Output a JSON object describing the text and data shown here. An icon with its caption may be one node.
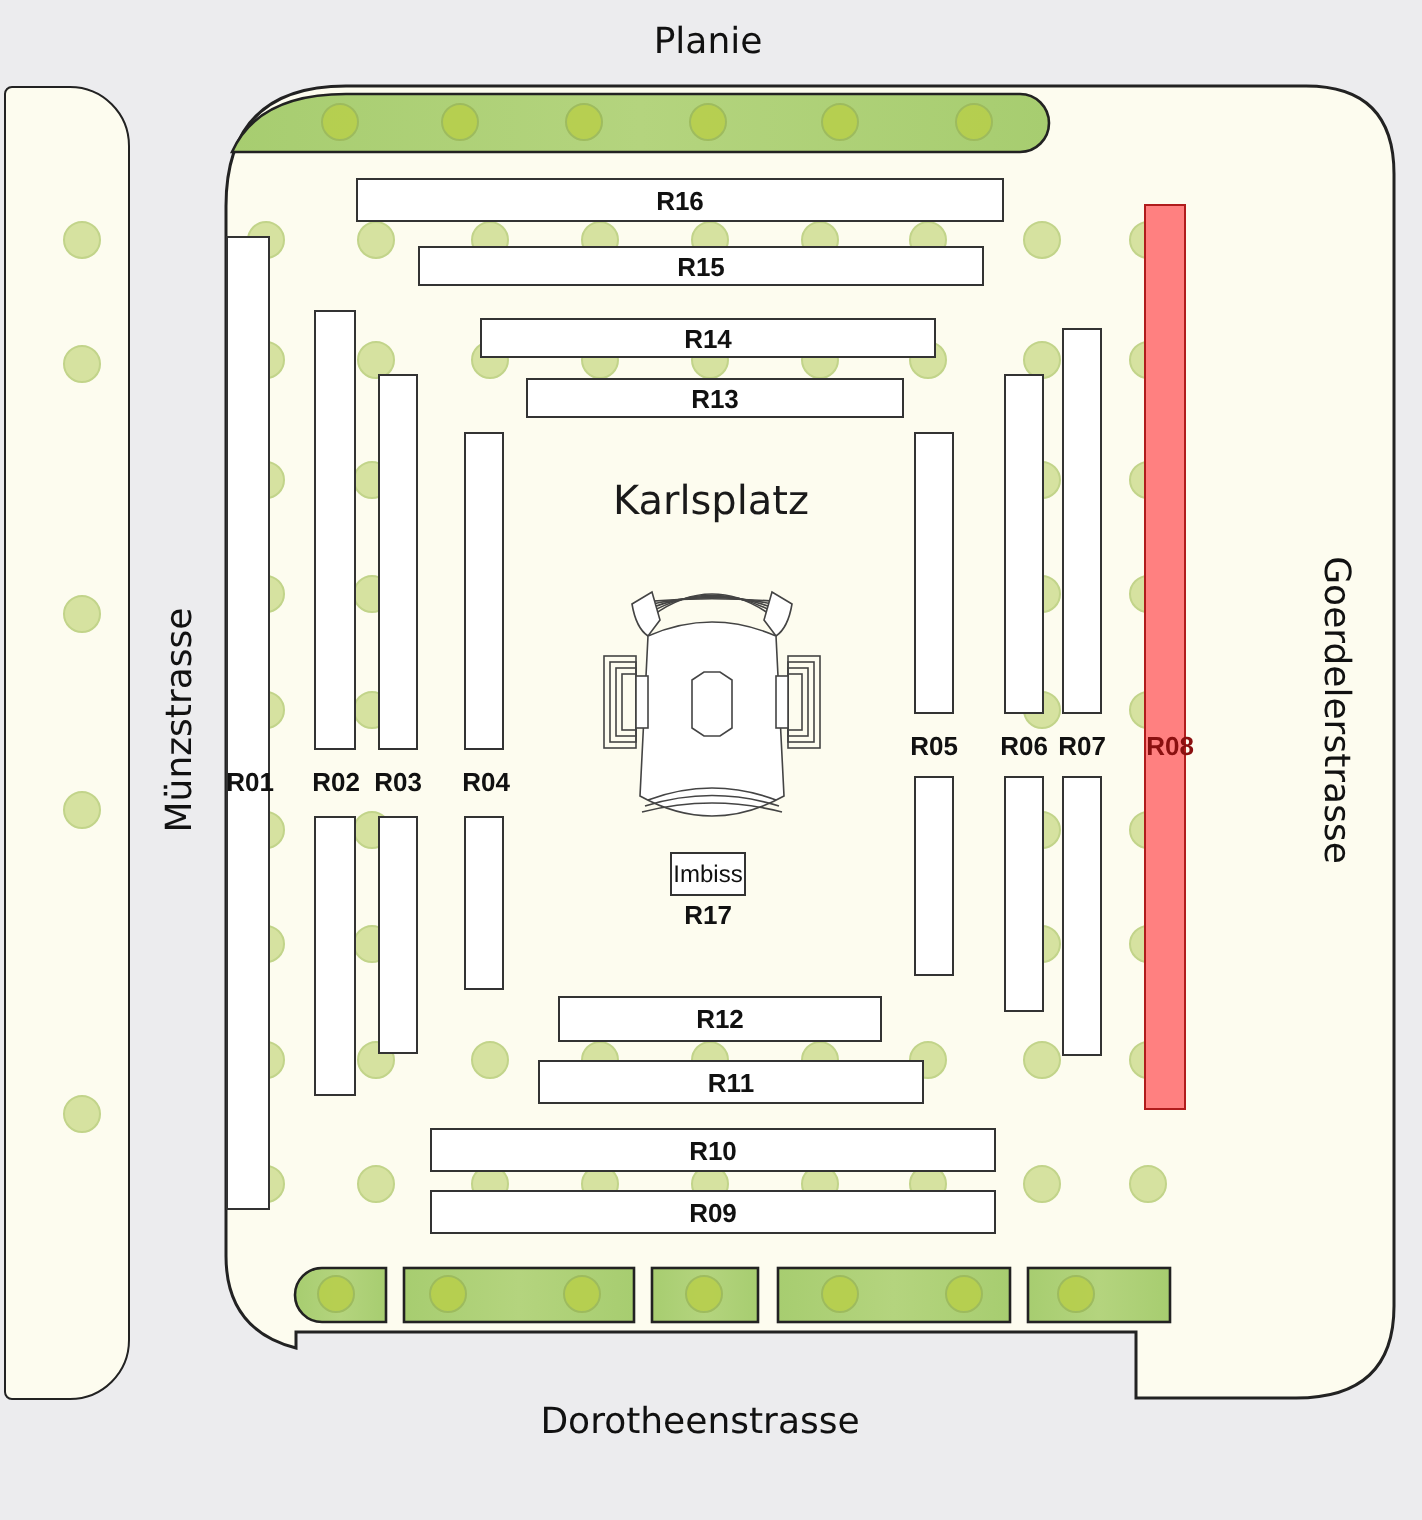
{
  "diagram": {
    "nodes": [
      {
        "text": [
          "Karlsplatz"
        ]
      },
      {
        "text": [
          "R16"
        ],
        "in": 0
      },
      {
        "text": [
          "R15"
        ],
        "in": 0
      },
      {
        "text": [
          "R14"
        ],
        "in": 0
      },
      {
        "text": [
          "R13"
        ],
        "in": 0
      },
      {
        "text": [
          "Imbiss"
        ],
        "in": 0,
        "beside": [
          "R17"
        ]
      },
      {
        "text": [
          "R12"
        ],
        "in": 0
      },
      {
        "text": [
          "R11"
        ],
        "in": 0
      },
      {
        "text": [
          "R10"
        ],
        "in": 0
      },
      {
        "text": [
          "R09"
        ],
        "in": 0
      },
      {
        "text": [],
        "shape": "box",
        "in": 0
      },
      {
        "text": [],
        "shape": "box",
        "in": 0
      },
      {
        "text": [],
        "shape": "box",
        "in": 0
      },
      {
        "text": [],
        "shape": "box",
        "in": 0
      },
      {
        "text": [],
        "shape": "box",
        "in": 0
      },
      {
        "text": [],
        "shape": "box",
        "in": 0
      },
      {
        "text": [],
        "shape": "box",
        "in": 0
      },
      {
        "text": [],
        "shape": "box",
        "in": 0
      },
      {
        "text": [],
        "shape": "box",
        "in": 0
      },
      {
        "text": [],
        "shape": "box",
        "in": 0
      },
      {
        "text": [],
        "shape": "box",
        "in": 0
      },
      {
        "text": [],
        "shape": "box",
        "in": 0
      },
      {
        "text": [],
        "shape": "box",
        "in": 0
      },
      {
        "text": [],
        "shape": "box",
        "in": 0
      }
    ],
    "labels": [
      "Planie",
      "Münzstrasse",
      "R01",
      "R02",
      "R03",
      "R04",
      "R05",
      "R06",
      "R07",
      "R08",
      "Goerdelerstrasse",
      "Dorotheenstrasse"
    ]
  }
}
